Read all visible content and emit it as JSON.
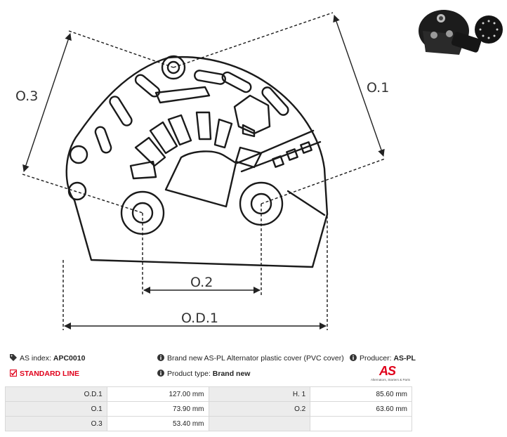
{
  "drawing": {
    "dimension_labels": {
      "od1": "O.D.1",
      "o1": "O.1",
      "o2": "O.2",
      "o3": "O.3"
    }
  },
  "photo": {
    "icon": "product-photo-icon"
  },
  "info": {
    "as_index_label": "AS index:",
    "as_index_value": "APC0010",
    "line_label": "STANDARD LINE",
    "description": "Brand new AS-PL Alternator plastic cover (PVC cover)",
    "product_type_label": "Product type:",
    "product_type_value": "Brand new",
    "producer_label": "Producer:",
    "producer_value": "AS-PL"
  },
  "logo": {
    "mark": "AS",
    "tagline": "Alternators, Starters & Parts"
  },
  "colors": {
    "brand_red": "#e0001a",
    "key_cell_bg": "#ececec"
  },
  "specs": {
    "rows": [
      {
        "k1": "O.D.1",
        "v1": "127.00 mm",
        "k2": "H. 1",
        "v2": "85.60 mm"
      },
      {
        "k1": "O.1",
        "v1": "73.90 mm",
        "k2": "O.2",
        "v2": "63.60 mm"
      },
      {
        "k1": "O.3",
        "v1": "53.40 mm",
        "k2": "",
        "v2": ""
      }
    ]
  }
}
